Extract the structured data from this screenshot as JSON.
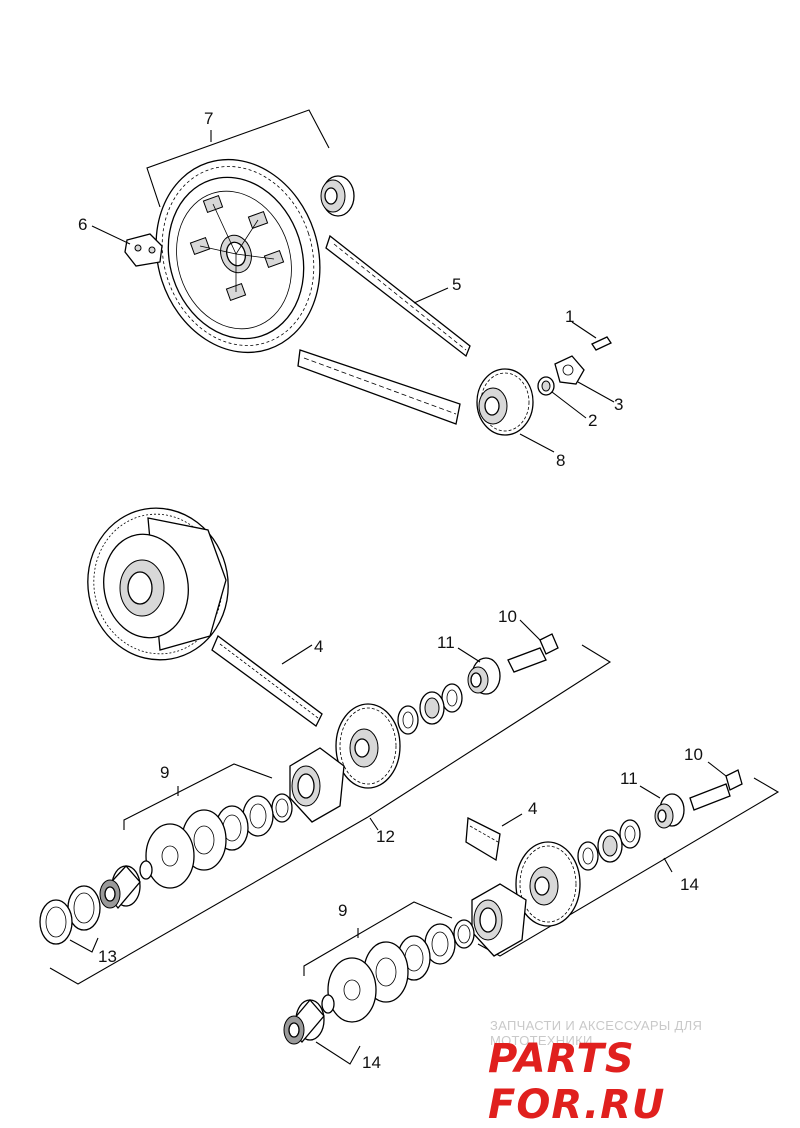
{
  "callouts": {
    "c1": "1",
    "c2": "2",
    "c3": "3",
    "c4a": "4",
    "c4b": "4",
    "c5": "5",
    "c6": "6",
    "c7": "7",
    "c8": "8",
    "c9a": "9",
    "c9b": "9",
    "c10a": "10",
    "c10b": "10",
    "c11a": "11",
    "c11b": "11",
    "c12": "12",
    "c13": "13",
    "c14a": "14",
    "c14b": "14"
  },
  "watermark": {
    "tagline": "ЗАПЧАСТИ И АКСЕССУАРЫ ДЛЯ МОТОТЕХНИКИ",
    "brand": "PARTS FOR.RU"
  },
  "colors": {
    "line": "#000000",
    "watermark": "#e0201e",
    "watermark_tagline": "#c9c9c9"
  }
}
